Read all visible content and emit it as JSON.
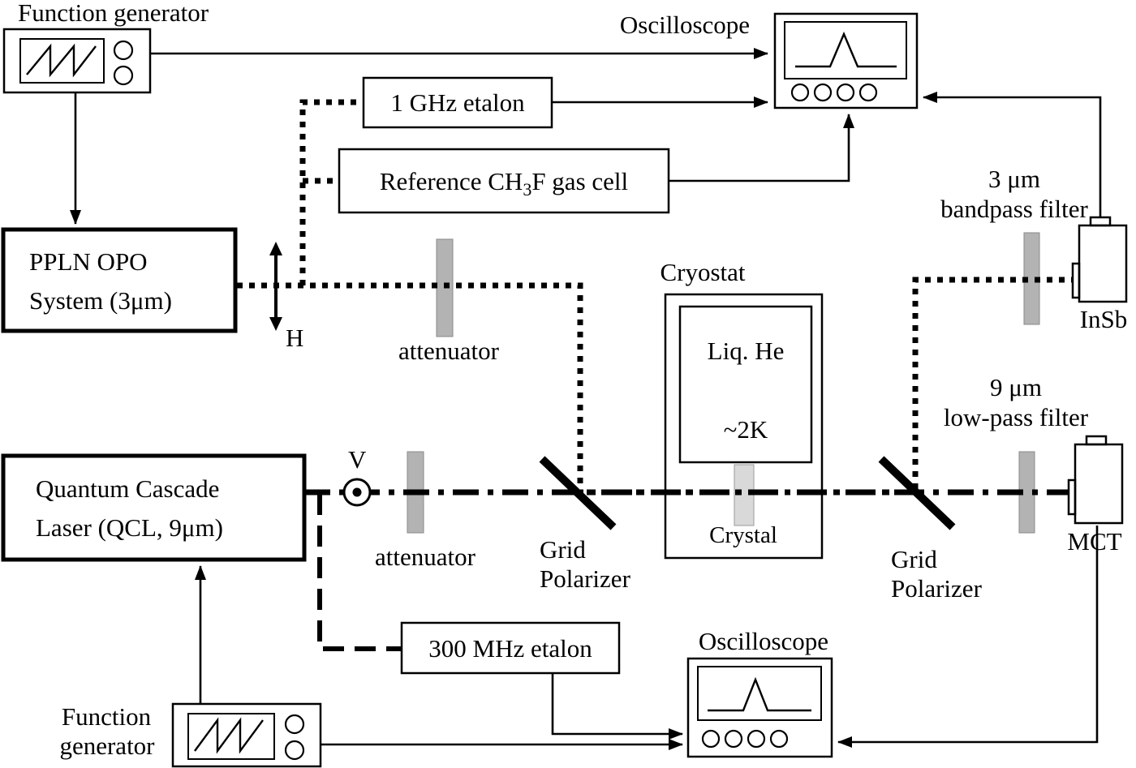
{
  "diagram": {
    "function_generator_top": {
      "label": "Function generator"
    },
    "oscilloscope_top": {
      "label": "Oscilloscope"
    },
    "etalon_1ghz": {
      "label": "1 GHz etalon"
    },
    "gas_cell": {
      "pre": "Reference CH",
      "sub": "3",
      "post": "F gas cell"
    },
    "ppln": {
      "line1": "PPLN OPO",
      "line2": "System (3μm)"
    },
    "h_polarization": {
      "label": "H"
    },
    "attenuator_top": {
      "label": "attenuator"
    },
    "cryostat": {
      "label": "Cryostat",
      "liquid": "Liq. He",
      "temperature": "~2K",
      "crystal": "Crystal"
    },
    "bandpass_filter": {
      "line1": "3 μm",
      "line2": "bandpass filter"
    },
    "insb_detector": {
      "label": "InSb"
    },
    "lowpass_filter": {
      "line1": "9 μm",
      "line2": "low-pass filter"
    },
    "mct_detector": {
      "label": "MCT"
    },
    "qcl": {
      "line1": "Quantum Cascade",
      "line2": "Laser (QCL, 9μm)"
    },
    "v_polarization": {
      "label": "V"
    },
    "attenuator_bottom": {
      "label": "attenuator"
    },
    "grid_polarizer_1": {
      "line1": "Grid",
      "line2": "Polarizer"
    },
    "grid_polarizer_2": {
      "line1": "Grid",
      "line2": "Polarizer"
    },
    "etalon_300mhz": {
      "label": "300 MHz etalon"
    },
    "oscilloscope_bottom": {
      "label": "Oscilloscope"
    },
    "function_generator_bottom": {
      "line1": "Function",
      "line2": "generator"
    }
  },
  "colors": {
    "line": "#000000",
    "filter_fill": "#b3b3b3",
    "crystal_fill": "#d9d9d9",
    "background": "#ffffff"
  }
}
